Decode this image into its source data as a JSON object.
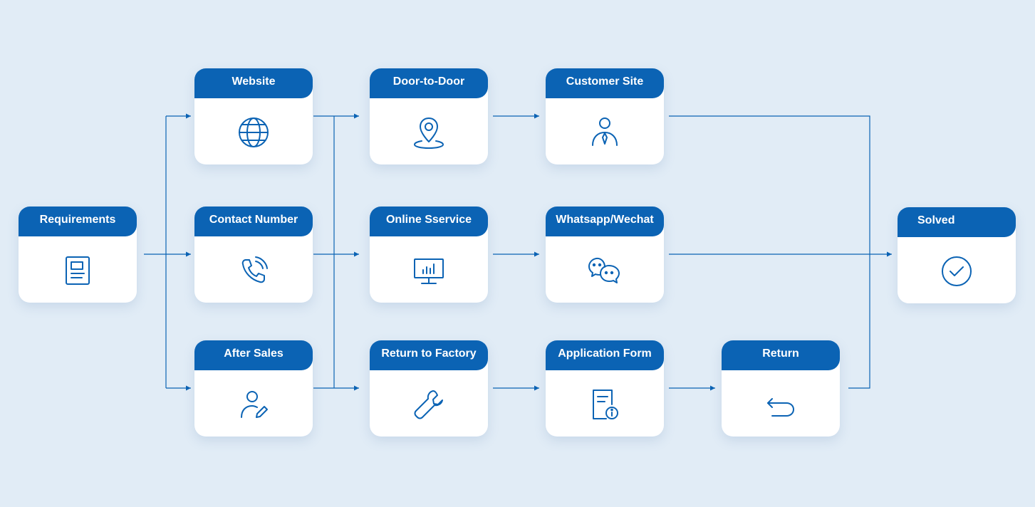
{
  "colors": {
    "accent": "#0b63b4",
    "background": "#e1ecf6",
    "card": "#ffffff"
  },
  "nodes": {
    "requirements": {
      "label": "Requirements",
      "icon": "document-icon"
    },
    "website": {
      "label": "Website",
      "icon": "globe-icon"
    },
    "contact_number": {
      "label": "Contact Number",
      "icon": "phone-call-icon"
    },
    "after_sales": {
      "label": "After Sales",
      "icon": "user-edit-icon"
    },
    "door_to_door": {
      "label": "Door-to-Door",
      "icon": "location-pin-icon"
    },
    "online_service": {
      "label": "Online Sservice",
      "icon": "monitor-chart-icon"
    },
    "return_to_factory": {
      "label": "Return to Factory",
      "icon": "wrench-icon"
    },
    "customer_site": {
      "label": "Customer Site",
      "icon": "person-tie-icon"
    },
    "whatsapp_wechat": {
      "label": "Whatsapp/Wechat",
      "icon": "chat-bubbles-icon"
    },
    "application_form": {
      "label": "Application Form",
      "icon": "form-info-icon"
    },
    "return": {
      "label": "Return",
      "icon": "return-arrow-icon"
    },
    "solved": {
      "label": "Solved",
      "icon": "check-circle-icon"
    }
  }
}
